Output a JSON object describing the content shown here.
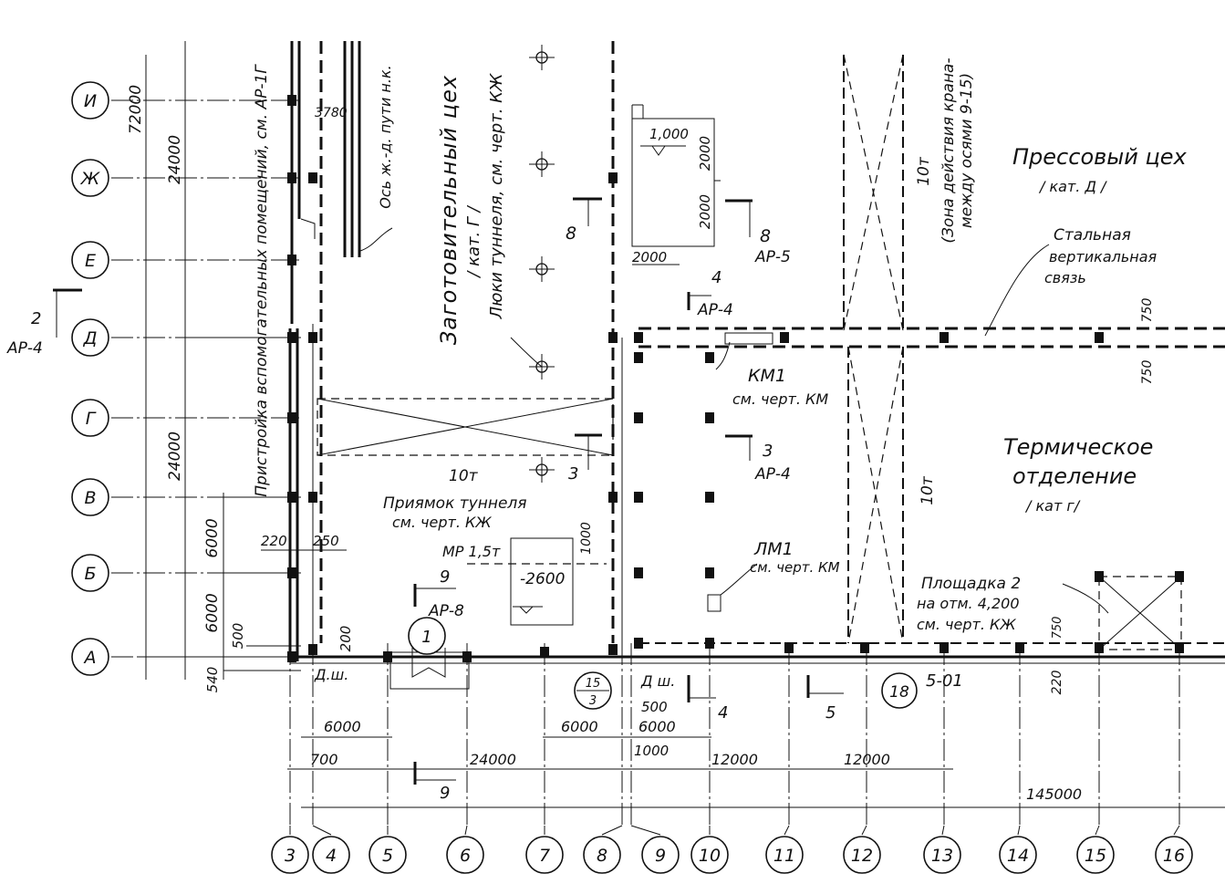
{
  "row_axes": [
    "И",
    "Ж",
    "Е",
    "Д",
    "Г",
    "В",
    "Б",
    "А"
  ],
  "col_axes": [
    "3",
    "4",
    "5",
    "6",
    "7",
    "8",
    "9",
    "10",
    "11",
    "12",
    "13",
    "14",
    "15",
    "16"
  ],
  "dims_left": {
    "d72000": "72000",
    "d24000a": "24000",
    "d24000b": "24000",
    "d6000a": "6000",
    "d6000b": "6000",
    "d500": "500",
    "d540": "540",
    "d220": "220",
    "d250": "250",
    "d200": "200"
  },
  "dims_bottom": {
    "d6000a": "6000",
    "d700": "700",
    "d24000": "24000",
    "d6000b": "6000",
    "d500": "500",
    "d6000c": "6000",
    "d1000": "1000",
    "d12000a": "12000",
    "d12000b": "12000",
    "d145000": "145000"
  },
  "dims_top": {
    "d3780": "3780",
    "d1000": "1,000",
    "d2000a": "2000",
    "d2000b": "2000",
    "d2000c": "2000",
    "d1000b": "1000",
    "d2600": "-2600",
    "d750a": "750",
    "d750b": "750",
    "d750c": "750",
    "d220": "220"
  },
  "labels": {
    "annex": "Пристройка вспомогательных помещений, см. АР-1Г",
    "rail": "Ось ж.-д. пути н.к.",
    "shop_title": "Заготовительный цех",
    "shop_cat": "/ кат. Г /",
    "hatches": "Люки туннеля, см. черт. КЖ",
    "crane_zone_1": "(Зона действия крана-",
    "crane_zone_2": "между осями 9-15)",
    "press_shop": "Прессовый цех",
    "press_cat": "/ кат. Д /",
    "steel_brace_1": "Стальная",
    "steel_brace_2": "вертикальная",
    "steel_brace_3": "связь",
    "thermal_1": "Термическое",
    "thermal_2": "отделение",
    "thermal_cat": "/ кат г/",
    "km1": "КМ1",
    "km1_ref": "см. черт. КМ",
    "lm1": "ЛМ1",
    "lm1_ref": "см. черт. КМ",
    "pit_1": "Приямок туннеля",
    "pit_2": "см. черт. КЖ",
    "mp": "МР 1,5т",
    "platform_1": "Площадка 2",
    "platform_2": "на отм. 4,200",
    "platform_3": "см. черт. КЖ",
    "crane10_a": "10т",
    "crane10_b": "10т",
    "crane10_c": "10т",
    "dsh_a": "Д.ш.",
    "dsh_b": "Д ш.",
    "node18": "18",
    "node18_ref": "5-01",
    "frac_top": "15",
    "frac_bot": "3",
    "gate": "1"
  },
  "sections": {
    "s2": "2",
    "s2_ref": "АР-4",
    "s8a": "8",
    "s8b": "8",
    "s8_ref": "АР-5",
    "s4": "4",
    "s4_ref": "АР-4",
    "s4b": "4",
    "s3a": "3",
    "s3b": "3",
    "s3_ref": "АР-4",
    "s9": "9",
    "s9_ref": "АР-8",
    "s9b": "9",
    "s5": "5"
  }
}
